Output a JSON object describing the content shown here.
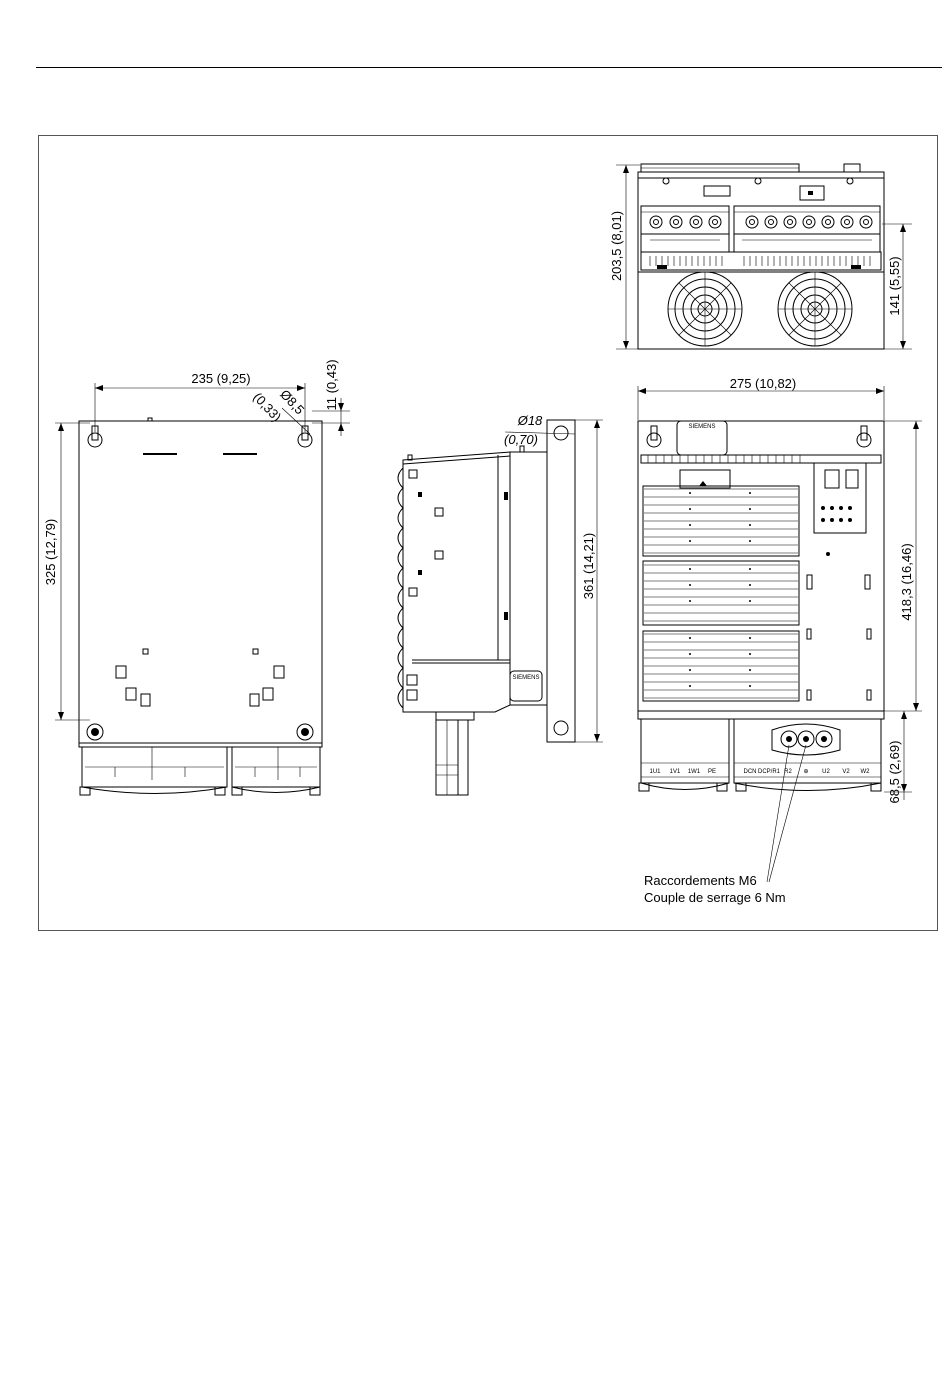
{
  "dimensions": {
    "top_height": "203,5 (8,01)",
    "top_fan": "141 (5,55)",
    "width_holes": "235 (9,25)",
    "hole_dia": "Ø8,5",
    "hole_dia_in": "(0,33)",
    "hole_offset": "11 (0,43)",
    "height_holes": "325 (12,79)",
    "side_hole_dia": "Ø18",
    "side_hole_dia_in": "(0,70)",
    "side_height": "361 (14,21)",
    "front_width": "275 (10,82)",
    "front_height": "418,3 (16,46)",
    "terminal_height": "68,5 (2,69)"
  },
  "annotation": {
    "line1": "Raccordements M6",
    "line2": "Couple de serrage 6 Nm"
  },
  "device_labels": {
    "brand": "SIEMENS",
    "brand_side": "SIEMENS",
    "terminals": [
      "1U1",
      "1V1",
      "1W1",
      "PE",
      "DCN",
      "DCP/R1",
      "R2",
      "⊕",
      "U2",
      "V2",
      "W2"
    ]
  }
}
